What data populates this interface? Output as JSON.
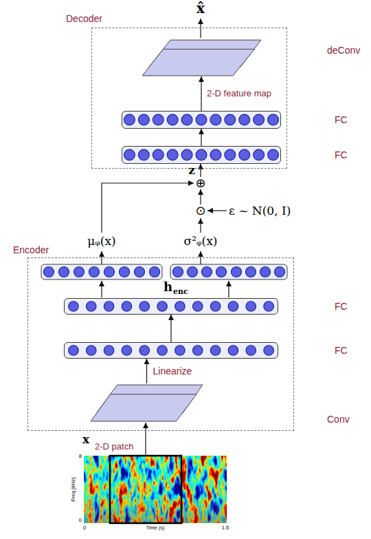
{
  "diagram": {
    "nodes": [
      {
        "text": [
          "Decoder"
        ]
      },
      {
        "text": [
          "deConv"
        ],
        "in": 0
      },
      {
        "text": [
          "FC"
        ],
        "in": 0
      },
      {
        "text": [
          "FC"
        ],
        "in": 0
      },
      {
        "text": [
          "⊕"
        ]
      },
      {
        "text": [
          "⊙"
        ]
      },
      {
        "text": [
          "Encoder"
        ]
      },
      {
        "text": [
          "FC"
        ],
        "in": 6
      },
      {
        "text": [
          "FC"
        ],
        "in": 6
      },
      {
        "text": [
          "Conv"
        ],
        "in": 6
      }
    ],
    "edges": [
      {
        "from": 2,
        "to": 1,
        "arrow": "to",
        "label": "2-D feature map"
      },
      {
        "from": 3,
        "to": 2,
        "arrow": "to"
      },
      {
        "from": 4,
        "to": 3,
        "arrow": "to",
        "label": "z"
      },
      {
        "from": 5,
        "to": 4,
        "arrow": "to"
      },
      {
        "from": 8,
        "to": 7,
        "arrow": "to"
      },
      {
        "from": 9,
        "to": 8,
        "arrow": "to",
        "label": "Linearize"
      }
    ],
    "labels": [
      "x̂",
      "ε ~ N(0, I)",
      "μᵩ(x)",
      "σ²ᵩ(x)",
      "henc",
      "x",
      "2-D patch",
      "Freq (kHz)",
      "8",
      "0",
      "0",
      "Time (s)",
      "1.5"
    ]
  }
}
